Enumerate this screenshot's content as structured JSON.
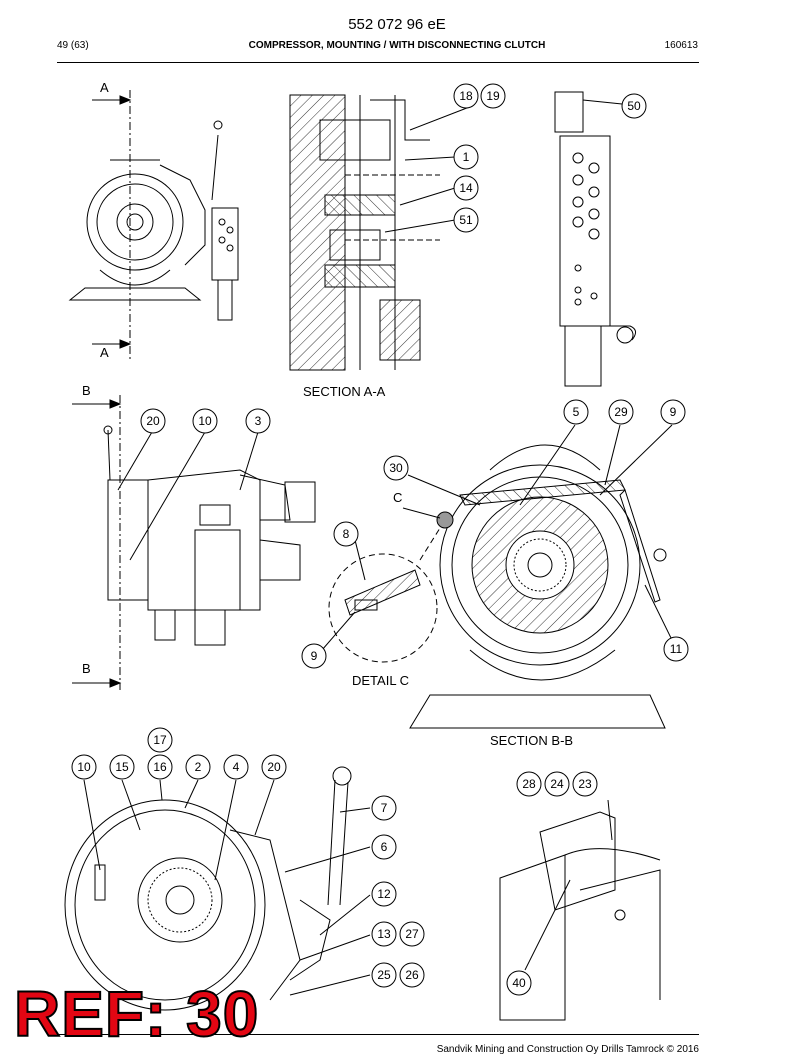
{
  "header": {
    "document_number": "552 072 96 eE",
    "page": "49 (63)",
    "title": "COMPRESSOR, MOUNTING / WITH DISCONNECTING CLUTCH",
    "date_code": "160613"
  },
  "views": {
    "section_a_label": "A",
    "section_b_label": "B",
    "section_aa": "SECTION A-A",
    "section_bb": "SECTION B-B",
    "detail_c": "DETAIL C",
    "detail_c_marker": "C"
  },
  "callouts": {
    "c18": "18",
    "c19": "19",
    "c50": "50",
    "c1": "1",
    "c14": "14",
    "c51": "51",
    "c20a": "20",
    "c10a": "10",
    "c3": "3",
    "c5": "5",
    "c29": "29",
    "c9a": "9",
    "c30": "30",
    "c8": "8",
    "c9b": "9",
    "c11": "11",
    "c17": "17",
    "c10b": "10",
    "c15": "15",
    "c16": "16",
    "c2": "2",
    "c4": "4",
    "c20b": "20",
    "c7": "7",
    "c6": "6",
    "c12": "12",
    "c13": "13",
    "c27": "27",
    "c25": "25",
    "c26": "26",
    "c28": "28",
    "c24": "24",
    "c23": "23",
    "c40": "40"
  },
  "stamp": {
    "text": "REF: 30"
  },
  "footer": {
    "copyright": "Sandvik Mining and Construction Oy Drills Tamrock © 2016"
  }
}
